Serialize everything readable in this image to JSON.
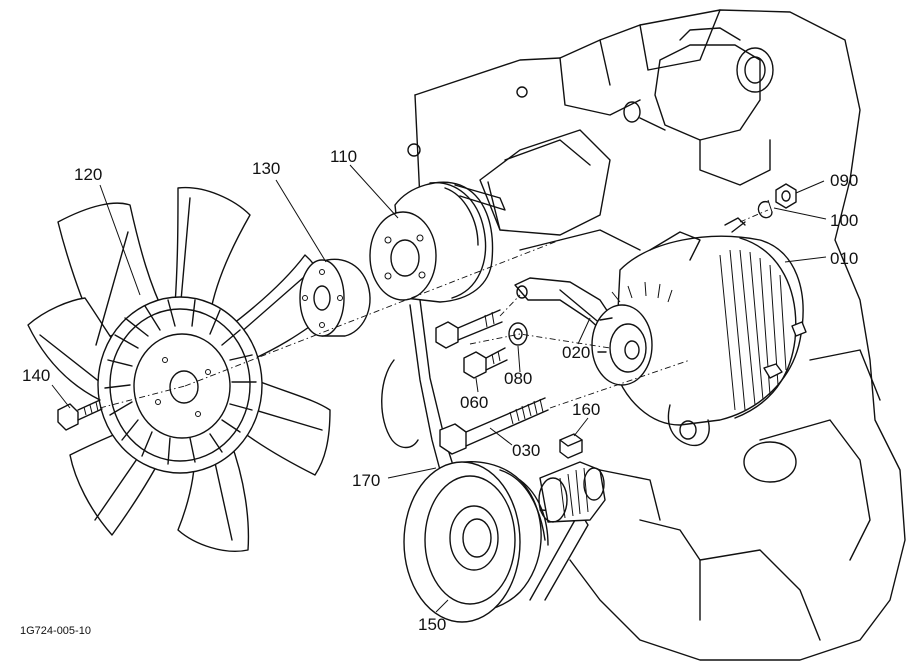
{
  "figure_code": "1G724-005-10",
  "parts": [
    {
      "id": "p010",
      "label": "010"
    },
    {
      "id": "p020",
      "label": "020"
    },
    {
      "id": "p030",
      "label": "030"
    },
    {
      "id": "p060",
      "label": "060"
    },
    {
      "id": "p080",
      "label": "080"
    },
    {
      "id": "p090",
      "label": "090"
    },
    {
      "id": "p100",
      "label": "100"
    },
    {
      "id": "p110",
      "label": "110"
    },
    {
      "id": "p120",
      "label": "120"
    },
    {
      "id": "p130",
      "label": "130"
    },
    {
      "id": "p140",
      "label": "140"
    },
    {
      "id": "p150",
      "label": "150"
    },
    {
      "id": "p160",
      "label": "160"
    },
    {
      "id": "p170",
      "label": "170"
    }
  ]
}
